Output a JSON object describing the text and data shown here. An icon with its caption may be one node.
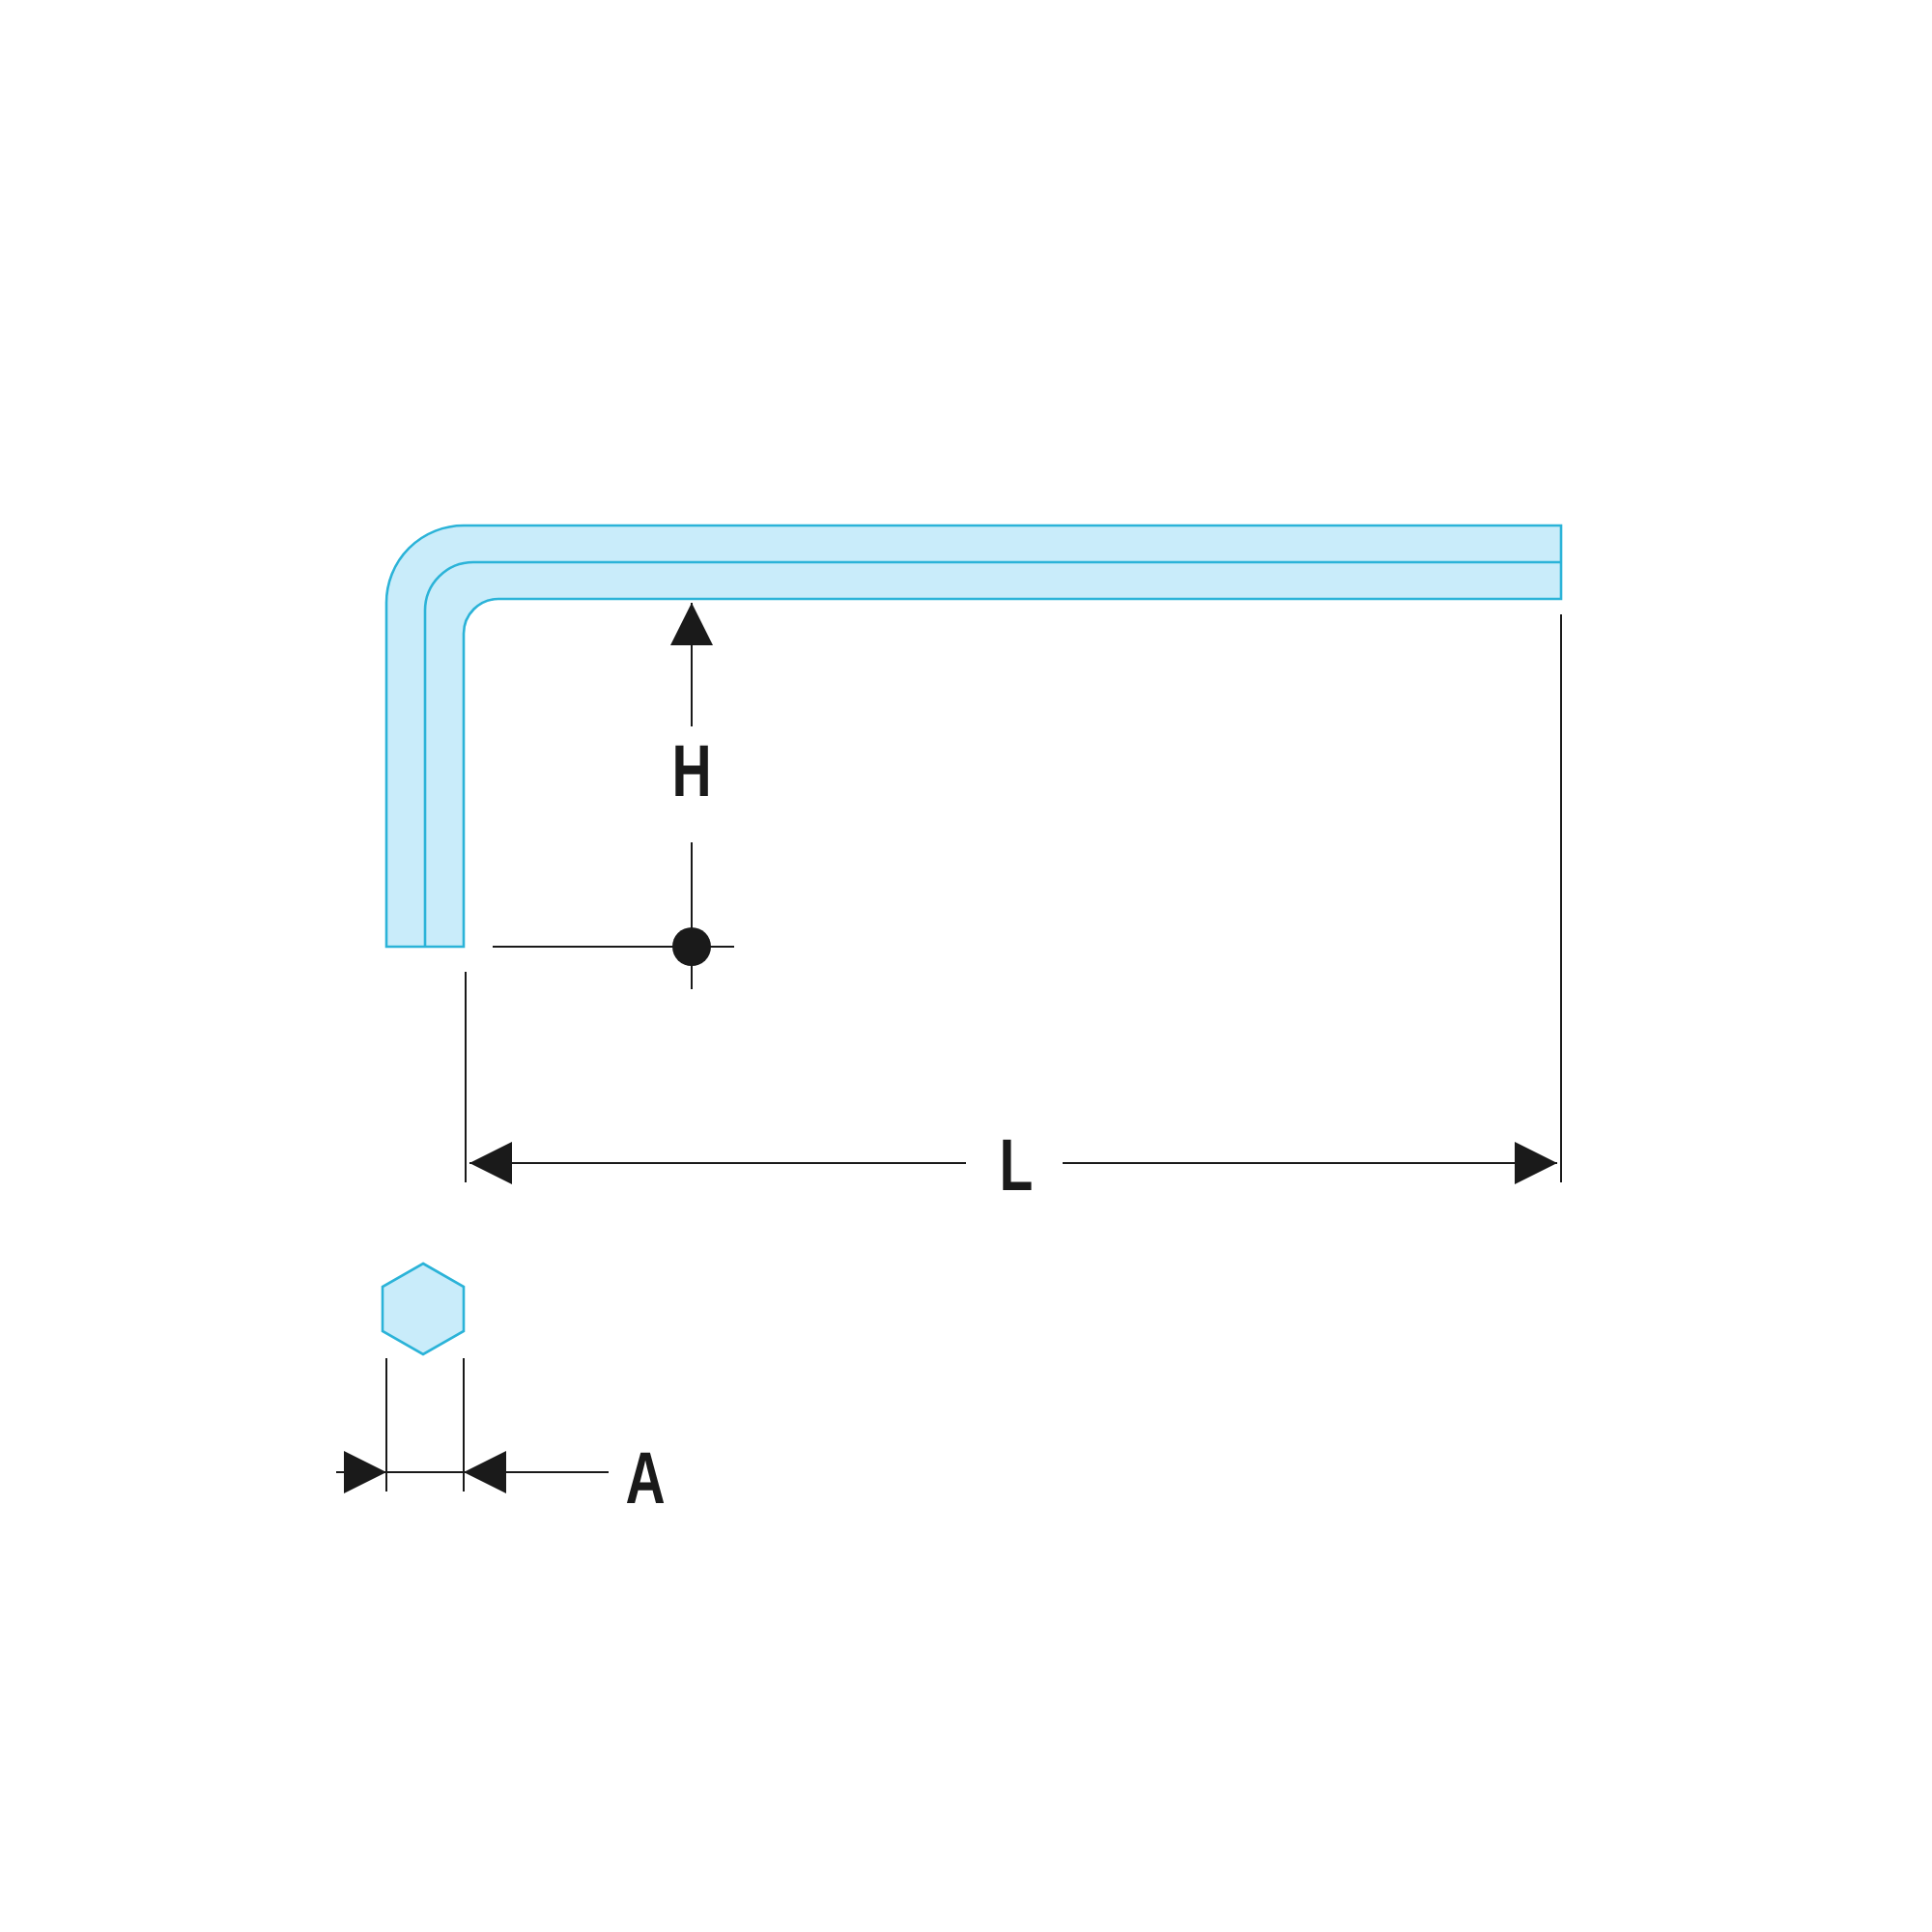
{
  "diagram": {
    "labels": [
      "H",
      "L",
      "A"
    ]
  }
}
